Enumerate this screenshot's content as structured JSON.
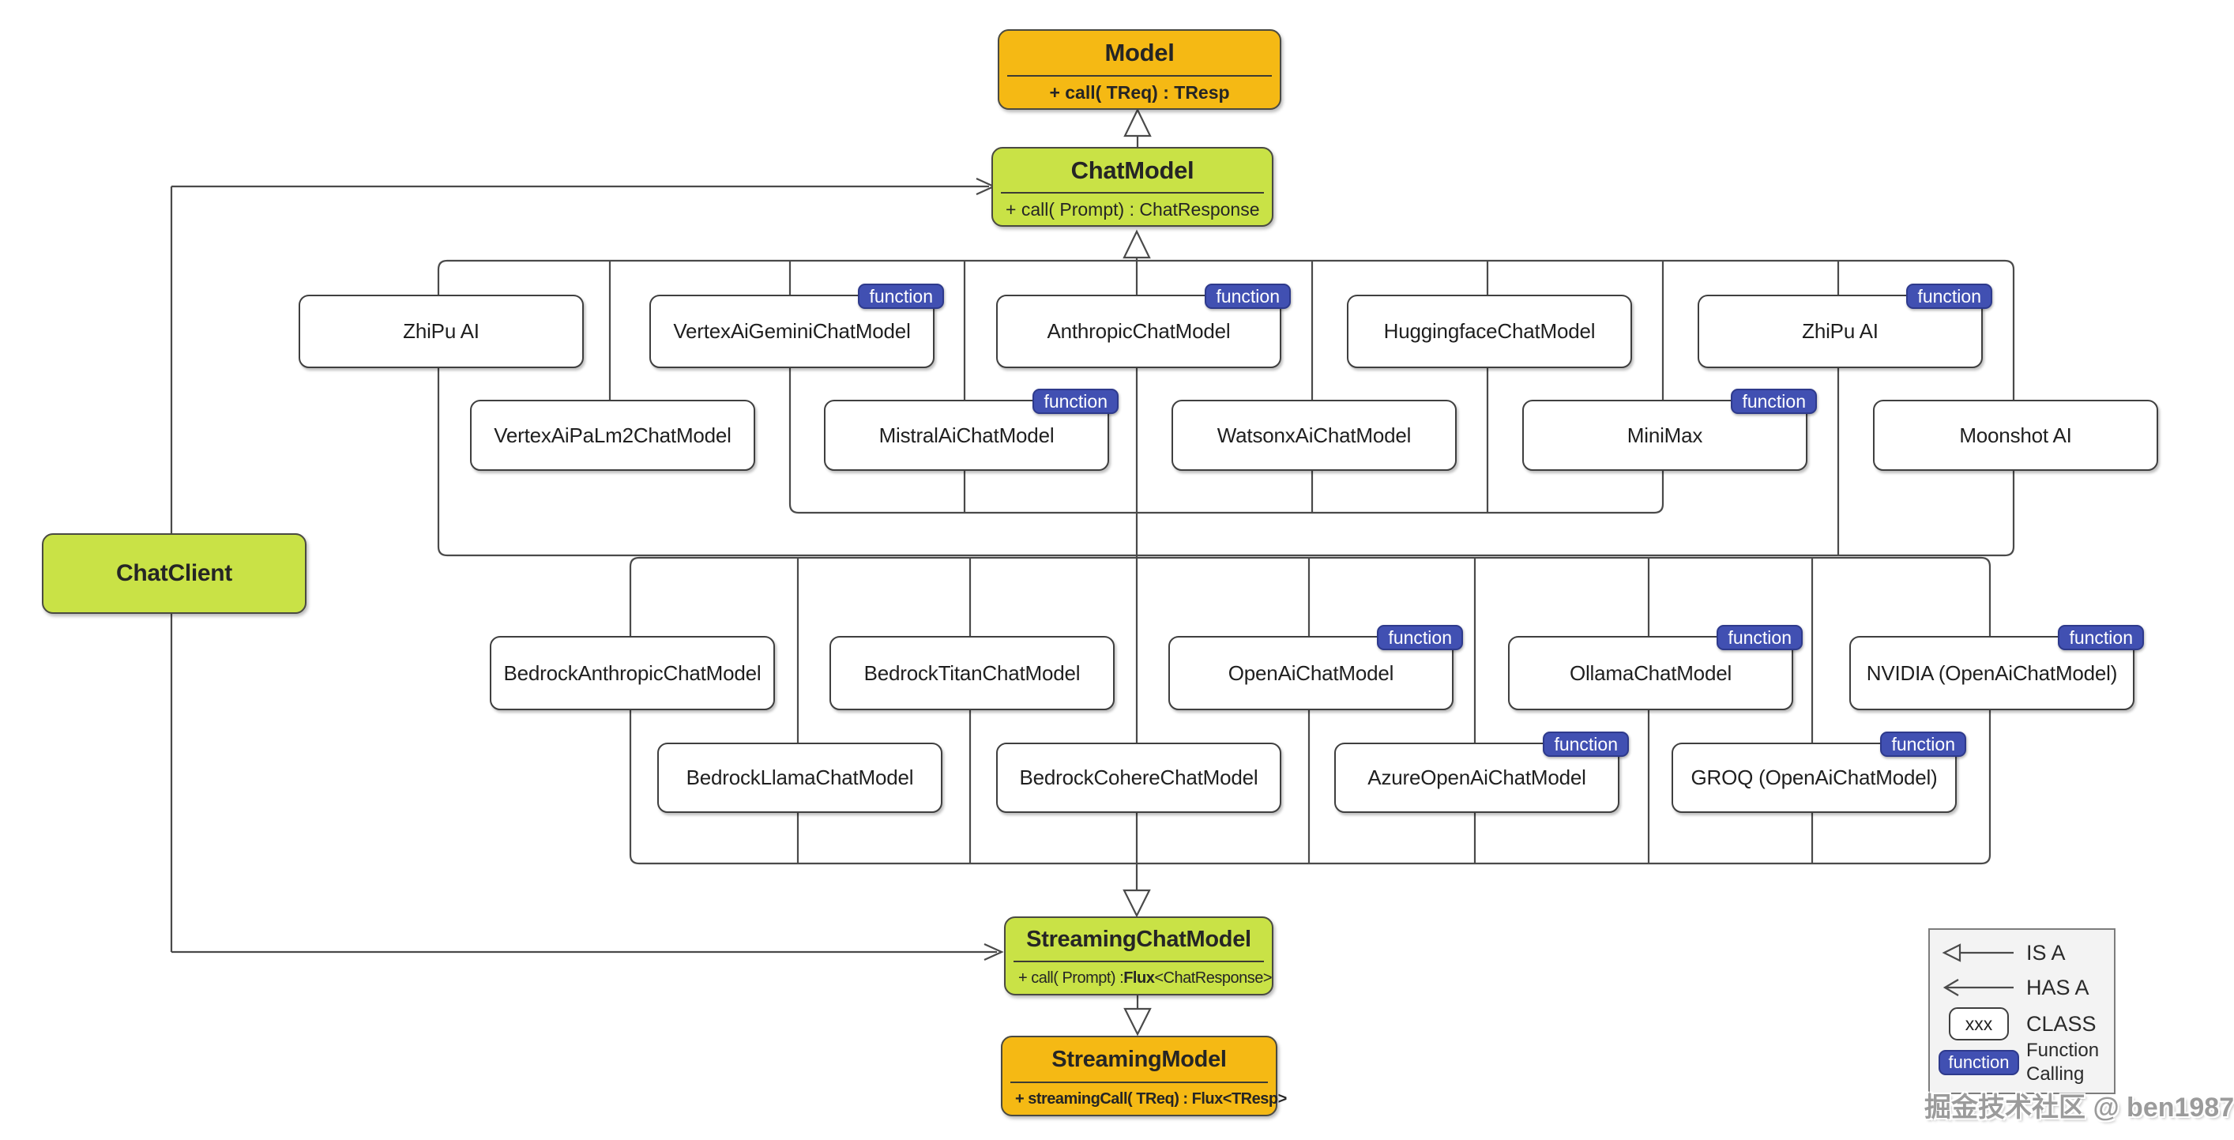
{
  "nodes": {
    "model": {
      "title": "Model",
      "attr": "+ call( TReq) : TResp"
    },
    "chat_model": {
      "title": "ChatModel",
      "attr": "+ call( Prompt) : ChatResponse"
    },
    "chat_client": {
      "title": "ChatClient"
    },
    "streaming_chat_model": {
      "title": "StreamingChatModel",
      "attr_pre": "+ call( Prompt) : ",
      "attr_bold": "Flux",
      "attr_post": "<ChatResponse>"
    },
    "streaming_model": {
      "title": "StreamingModel",
      "attr": "+ streamingCall( TReq) : Flux<TResp>"
    },
    "zhipu_left": {
      "label": "ZhiPu AI"
    },
    "vertex_gemini": {
      "label": "VertexAiGeminiChatModel",
      "badge": "function"
    },
    "anthropic": {
      "label": "AnthropicChatModel",
      "badge": "function"
    },
    "huggingface": {
      "label": "HuggingfaceChatModel"
    },
    "zhipu_right": {
      "label": "ZhiPu AI",
      "badge": "function"
    },
    "vertex_palm2": {
      "label": "VertexAiPaLm2ChatModel"
    },
    "mistral": {
      "label": "MistralAiChatModel",
      "badge": "function"
    },
    "watsonx": {
      "label": "WatsonxAiChatModel"
    },
    "minimax": {
      "label": "MiniMax",
      "badge": "function"
    },
    "moonshot": {
      "label": "Moonshot AI"
    },
    "bedrock_anthropic": {
      "label": "BedrockAnthropicChatModel"
    },
    "bedrock_titan": {
      "label": "BedrockTitanChatModel"
    },
    "openai": {
      "label": "OpenAiChatModel",
      "badge": "function"
    },
    "ollama": {
      "label": "OllamaChatModel",
      "badge": "function"
    },
    "nvidia": {
      "label": "NVIDIA (OpenAiChatModel)",
      "badge": "function"
    },
    "bedrock_llama": {
      "label": "BedrockLlamaChatModel"
    },
    "bedrock_cohere": {
      "label": "BedrockCohereChatModel"
    },
    "azure_openai": {
      "label": "AzureOpenAiChatModel",
      "badge": "function"
    },
    "groq": {
      "label": "GROQ (OpenAiChatModel)",
      "badge": "function"
    }
  },
  "legend": {
    "is_a": "IS A",
    "has_a": "HAS A",
    "class_sample": "xxx",
    "class_label": "CLASS",
    "function_badge": "function",
    "function_label": "Function Calling"
  },
  "watermark": "掘金技术社区 @ ben1987",
  "colors": {
    "orange": "#F5B914",
    "green": "#C9E246",
    "badge_blue": "#4150B2",
    "line": "#4a4a4a"
  }
}
